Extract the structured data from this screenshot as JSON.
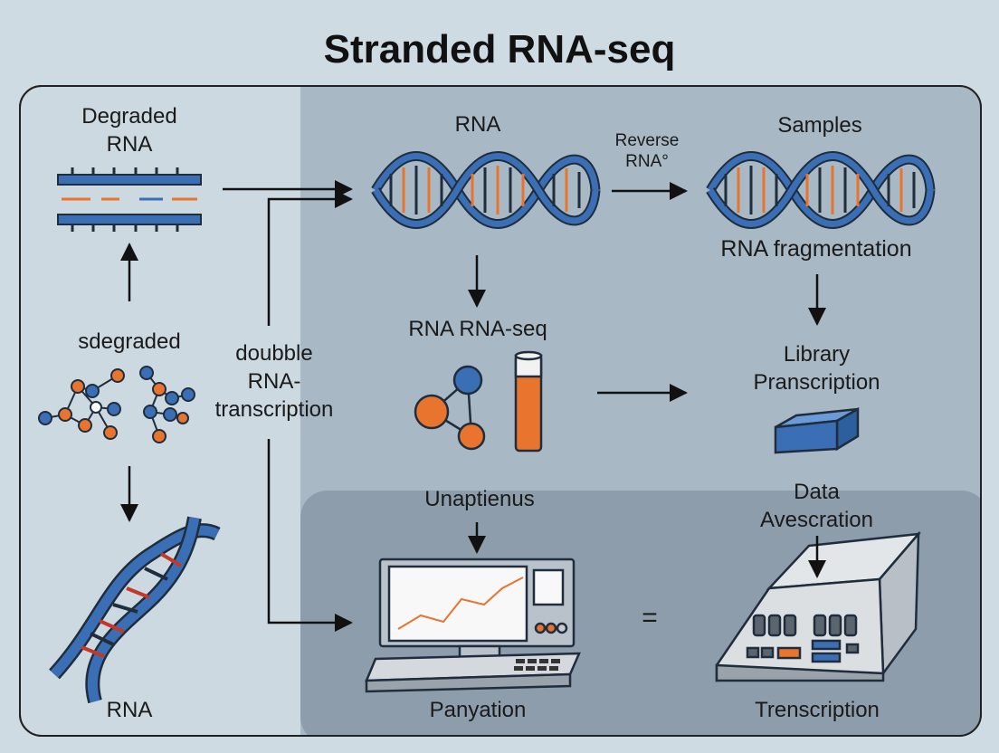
{
  "title": "Stranded RNA-seq",
  "labels": {
    "degraded_rna": [
      "Degraded",
      "RNA"
    ],
    "rna_top": "RNA",
    "reverse_rna": [
      "Reverse",
      "RNA°"
    ],
    "samples": "Samples",
    "rna_fragmentation": "RNA fragmentation",
    "sdegraded": "sdegraded",
    "doubble": [
      "doubble",
      "RNA-",
      "transcription"
    ],
    "rna_rnaseq": "RNA RNA-seq",
    "library": [
      "Library",
      "Pranscription"
    ],
    "unaptienus": "Unaptienus",
    "data": [
      "Data",
      "Avescration"
    ],
    "equals": "=",
    "rna_bottom": "RNA",
    "panyation": "Panyation",
    "trenscription": "Trenscription"
  },
  "colors": {
    "background": "#cfdbe3",
    "panel": "#a8b8c4",
    "inner_panel": "#8e9dab",
    "dna_blue": "#3a6fb5",
    "accent_orange": "#e8742e",
    "outline": "#1f2d3d"
  },
  "icons": [
    "dna-strand-icon",
    "molecule-network-icon",
    "double-helix-icon",
    "test-tube-icon",
    "library-box-icon",
    "computer-monitor-icon",
    "sequencer-machine-icon"
  ]
}
